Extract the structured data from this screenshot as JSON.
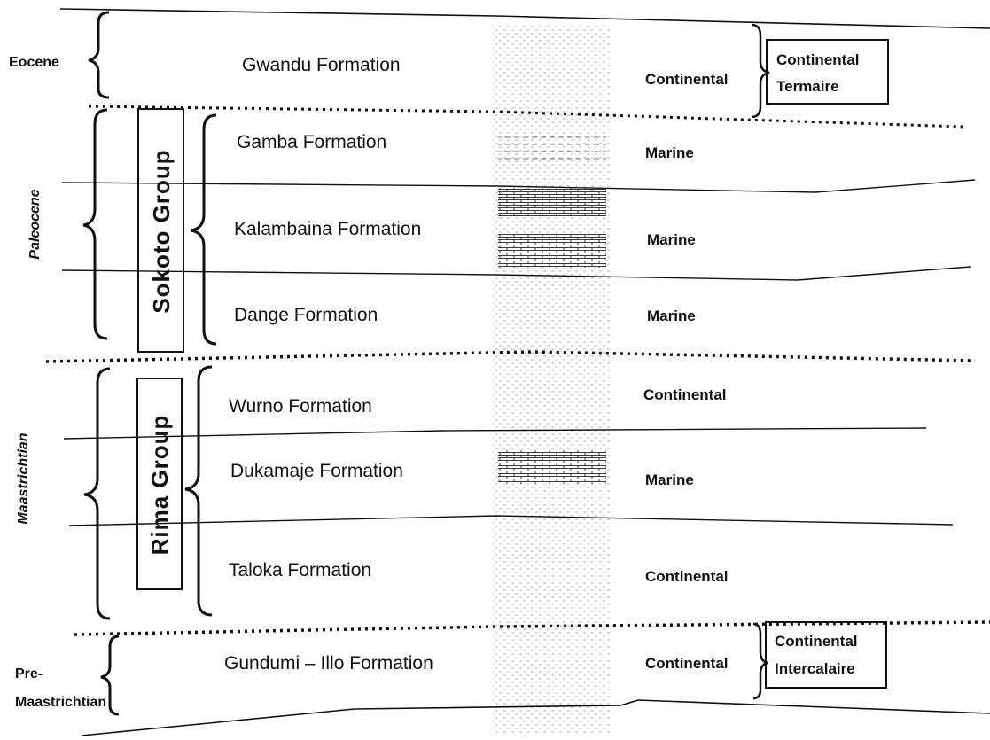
{
  "epochs": {
    "eocene": "Eocene",
    "paleocene": "Paleocene",
    "maastrichtian": "Maastrichtian",
    "pre_maastrichtian_line1": "Pre-",
    "pre_maastrichtian_line2": "Maastrichtian"
  },
  "groups": {
    "sokoto": "Sokoto Group",
    "rima": "Rima Group"
  },
  "formations": {
    "gwandu": "Gwandu Formation",
    "gamba": "Gamba Formation",
    "kalambaina": "Kalambaina Formation",
    "dange": "Dange Formation",
    "wurno": "Wurno Formation",
    "dukamaje": "Dukamaje Formation",
    "taloka": "Taloka Formation",
    "gundumi_illo": "Gundumi – Illo Formation"
  },
  "environments": {
    "gwandu": "Continental",
    "gamba": "Marine",
    "kalambaina": "Marine",
    "dange": "Marine",
    "wurno": "Continental",
    "dukamaje": "Marine",
    "taloka": "Continental",
    "gundumi_illo": "Continental"
  },
  "supergroups": {
    "terminaire_line1": "Continental",
    "terminaire_line2": "Termaire",
    "intercalaire_line1": "Continental",
    "intercalaire_line2": "Intercalaire"
  },
  "colors": {
    "ink": "#111111",
    "sand_dots": "#9a9a9a",
    "limestone": "#3a3a3a"
  }
}
